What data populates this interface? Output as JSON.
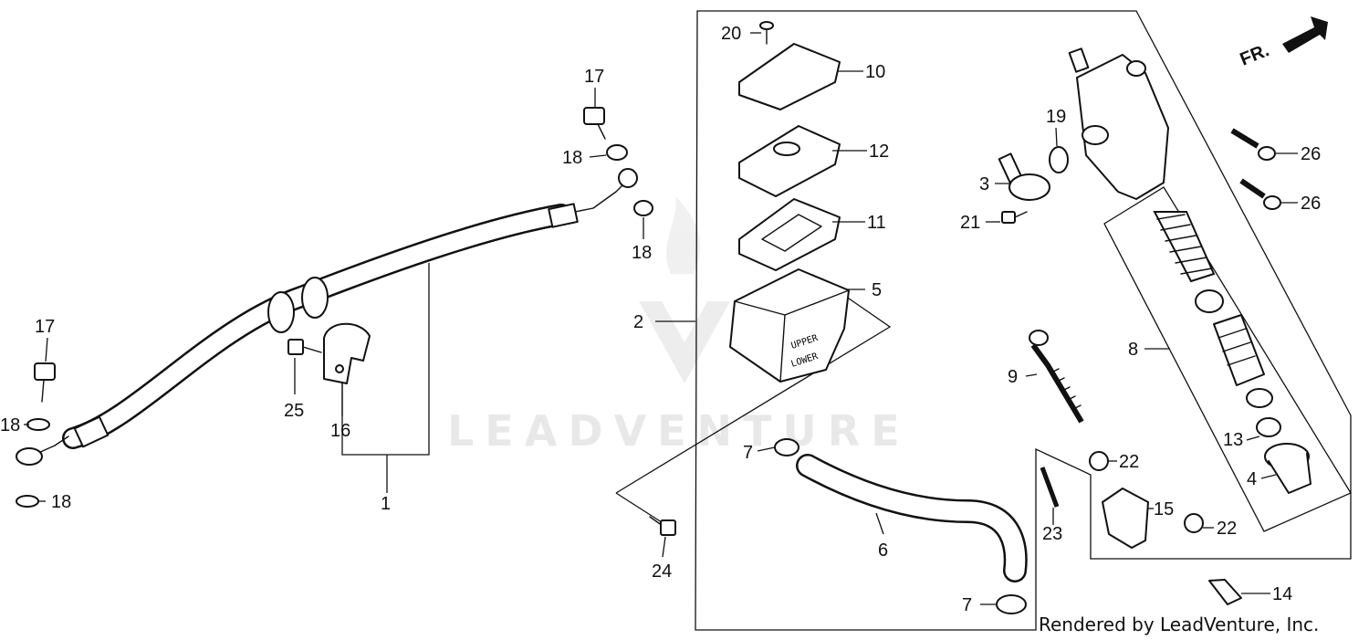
{
  "diagram": {
    "watermark_text": "LEADVENTURE",
    "direction_label": "FR.",
    "credit": "Rendered by LeadVenture, Inc.",
    "callouts": {
      "c1": "1",
      "c2": "2",
      "c3": "3",
      "c4": "4",
      "c5": "5",
      "c6": "6",
      "c7a": "7",
      "c7b": "7",
      "c8": "8",
      "c9": "9",
      "c10": "10",
      "c11": "11",
      "c12": "12",
      "c13": "13",
      "c14": "14",
      "c15": "15",
      "c16": "16",
      "c17a": "17",
      "c17b": "17",
      "c18a": "18",
      "c18b": "18",
      "c18c": "18",
      "c18d": "18",
      "c19": "19",
      "c20": "20",
      "c21": "21",
      "c22a": "22",
      "c22b": "22",
      "c23": "23",
      "c24": "24",
      "c25": "25",
      "c26a": "26",
      "c26b": "26"
    },
    "reservoir_labels": {
      "upper": "UPPER",
      "lower": "LOWER"
    }
  }
}
